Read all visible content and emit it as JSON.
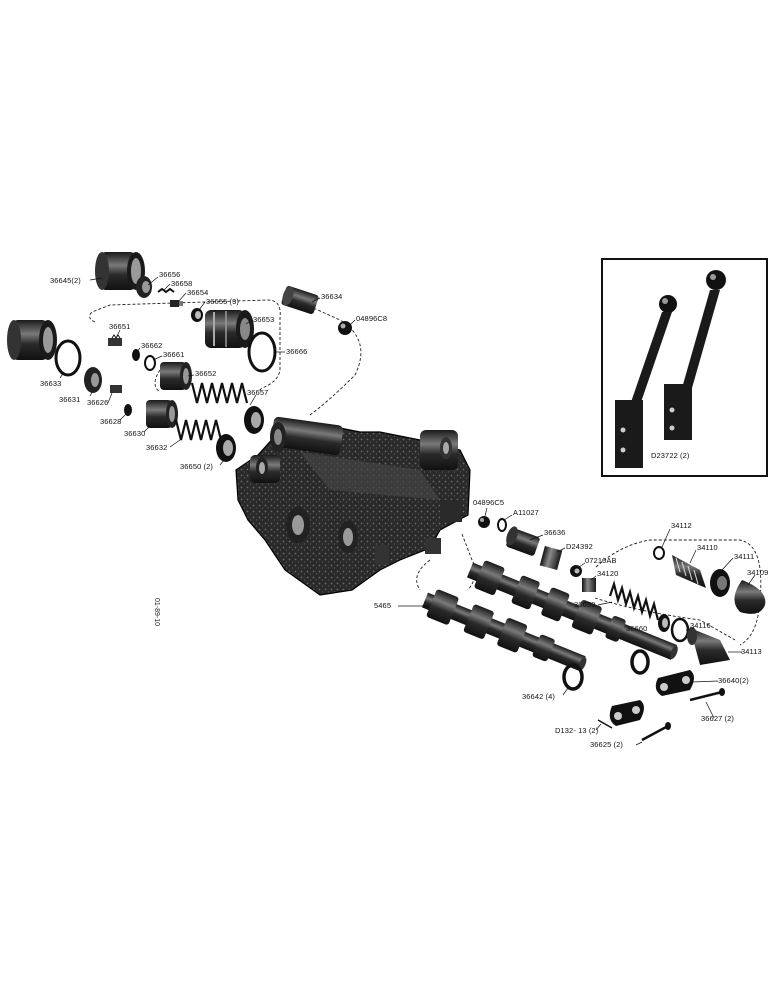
{
  "diagram": {
    "part_labels": {
      "p36645": "36645(2)",
      "p36656": "36656",
      "p36658": "36658",
      "p36654": "36654",
      "p36655": "36655 (3)",
      "p36634": "36634",
      "p04896c8": "04896C8",
      "p36651": "36651",
      "p36653": "36653",
      "p36662": "36662",
      "p36661": "36661",
      "p36666": "36666",
      "p36633": "36633",
      "p36652": "36652",
      "p36631": "36631",
      "p36626": "36626",
      "p36657": "36657",
      "p36628": "36628",
      "p36630": "36630",
      "p36632": "36632",
      "p36650": "36650 (2)",
      "p04896c5": "04896C5",
      "pa11027": "A11027",
      "p36636": "36636",
      "pd24392": "D24392",
      "p07210ab": "07210AB",
      "p34120": "34120",
      "p34112": "34112",
      "p34110": "34110",
      "p34111": "34111",
      "p34109": "34109",
      "p5465": "5465",
      "p36659": "36659",
      "p36660": "36660",
      "p34116": "34116",
      "p34113": "34113",
      "p36642": "36642 (4)",
      "p36640": "36640(2)",
      "p36627": "36627 (2)",
      "pd132": "D132- 13 (2)",
      "p36625": "36625 (2)",
      "pd23722": "D23722 (2)"
    },
    "figure_ref": "01-89-10",
    "colors": {
      "ink": "#111111",
      "paper": "#ffffff",
      "shade": "#3a3a3a"
    }
  }
}
